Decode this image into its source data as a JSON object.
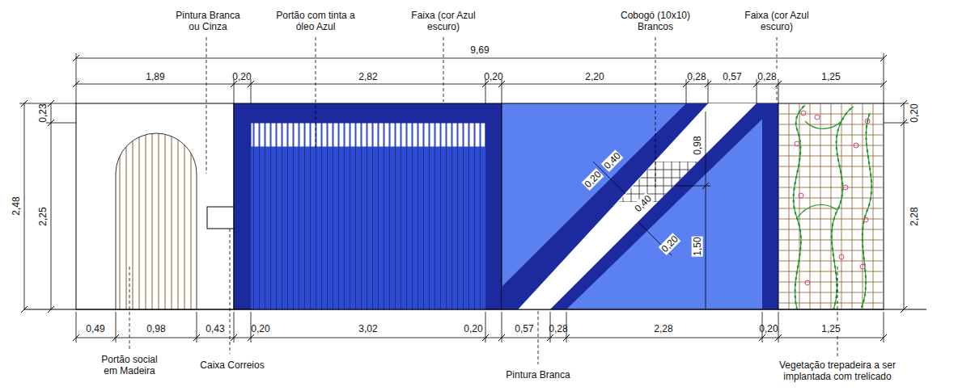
{
  "diagram": {
    "labels": [
      "Pintura Branca ou Cinza",
      "Portão com tinta a óleo Azul",
      "Faixa (cor Azul escuro)",
      "Cobogó (10x10) Brancos",
      "Faixa (cor Azul escuro)",
      "9,69",
      "1,89",
      "0,20",
      "2,82",
      "0,20",
      "2,20",
      "0,28",
      "0,57",
      "0,28",
      "1,25",
      "0,20",
      "2,48",
      "0,23",
      "2,25",
      "2,28",
      "0,98",
      "1,50",
      "0,20",
      "0,40",
      "0,40",
      "0,20",
      "0,49",
      "0,98",
      "0,43",
      "0,20",
      "3,02",
      "0,20",
      "0,57",
      "0,28",
      "2,28",
      "0,20",
      "1,25",
      "Portão social em Madeira",
      "Caixa Correios",
      "Pintura Branca",
      "Vegetação trepadeira a ser implantada com trelicado"
    ]
  }
}
